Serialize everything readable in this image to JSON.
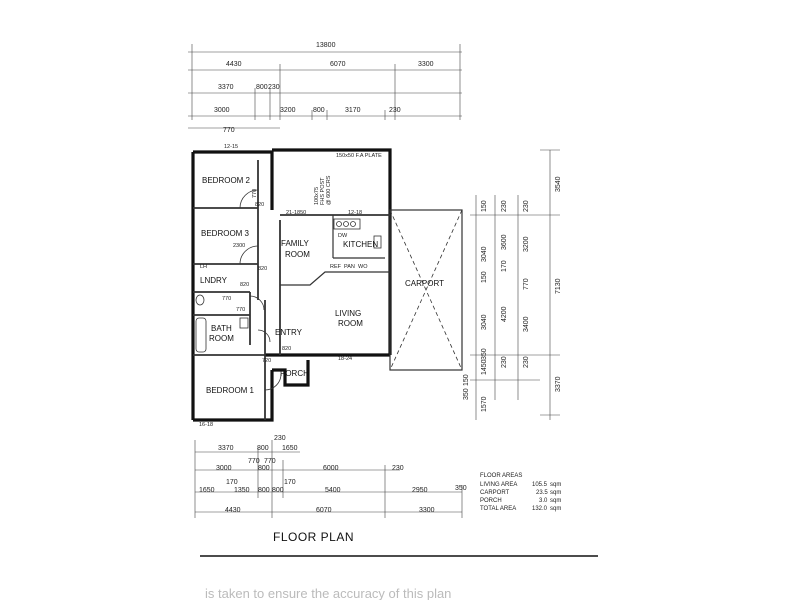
{
  "title": "FLOOR PLAN",
  "footer_text": "is taken to ensure the accuracy of this plan",
  "top_dimensions": {
    "row1": [
      "13800"
    ],
    "row2": [
      "4430",
      "6070",
      "3300"
    ],
    "row3": [
      "3370",
      "800",
      "230"
    ],
    "row4": [
      "3000",
      "3200",
      "800",
      "3170",
      "230"
    ],
    "row5": [
      "770"
    ]
  },
  "bottom_dimensions": {
    "row1": [
      "3370",
      "800",
      "1650",
      "230"
    ],
    "row2": [
      "770",
      "770"
    ],
    "row3": [
      "3000",
      "800",
      "6000",
      "230"
    ],
    "row4": [
      "1650",
      "170",
      "1350",
      "800",
      "800",
      "170",
      "5400",
      "2950",
      "350"
    ],
    "row5": [
      "4430",
      "6070",
      "3300"
    ]
  },
  "right_dimensions": {
    "col1": [
      "150",
      "3040",
      "150",
      "3040",
      "350",
      "1450",
      "150",
      "350",
      "1570"
    ],
    "col2": [
      "230",
      "3600",
      "170",
      "4200",
      "230"
    ],
    "col3": [
      "230",
      "3200",
      "770",
      "3400",
      "230"
    ],
    "col4": [
      "3540",
      "7130",
      "3370"
    ]
  },
  "rooms": {
    "bedroom2": "BEDROOM 2",
    "bedroom3": "BEDROOM 3",
    "bedroom1": "BEDROOM 1",
    "family": [
      "FAMILY",
      "ROOM"
    ],
    "kitchen": "KITCHEN",
    "living": [
      "LIVING",
      "ROOM"
    ],
    "carport": "CARPORT",
    "laundry": "LNDRY",
    "bath": [
      "BATH",
      "ROOM"
    ],
    "entry": "ENTRY",
    "porch": "PORCH"
  },
  "annotations": {
    "a1": "12-15",
    "a2": "150x50 F.A PLATE",
    "a3": [
      "100x75",
      "FHS POST",
      "@ 600 CRS"
    ],
    "a4": "770",
    "a5": "820",
    "a6": "21-1850",
    "a7": "12-18",
    "a8": "DW",
    "a9": "REF",
    "a10": "PAN",
    "a11": "WO",
    "a12": "2300",
    "a13": "820",
    "a14": "770",
    "a15": "770",
    "a16": "820",
    "a17": "18-24",
    "a18": "16-18",
    "a19": "LH",
    "a20": "720",
    "a21": "820"
  },
  "floor_areas": {
    "heading": "FLOOR AREAS",
    "rows": [
      {
        "label": "LIVING AREA",
        "value": "105.5",
        "unit": "sqm"
      },
      {
        "label": "CARPORT",
        "value": "23.5",
        "unit": "sqm"
      },
      {
        "label": "PORCH",
        "value": "3.0",
        "unit": "sqm"
      },
      {
        "label": "TOTAL AREA",
        "value": "132.0",
        "unit": "sqm"
      }
    ]
  }
}
